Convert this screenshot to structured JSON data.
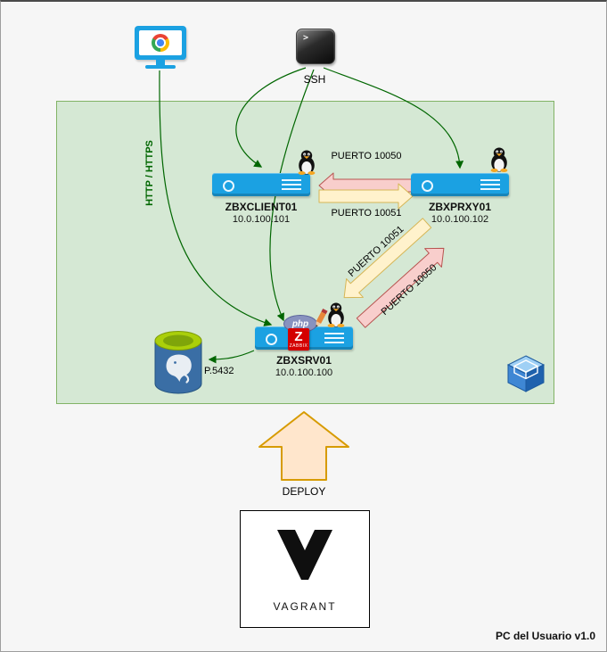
{
  "meta": {
    "footer": "PC del Usuario v1.0"
  },
  "icons": {
    "terminal_prompt": ">"
  },
  "nodes": {
    "ssh": {
      "label": "SSH"
    },
    "zbxclient": {
      "name": "ZBXCLIENT01",
      "ip": "10.0.100.101"
    },
    "zbxprxy": {
      "name": "ZBXPRXY01",
      "ip": "10.0.100.102"
    },
    "zbxsrv": {
      "name": "ZBXSRV01",
      "ip": "10.0.100.100"
    },
    "postgres": {
      "port": "P.5432"
    },
    "deploy": {
      "label": "DEPLOY"
    },
    "vagrant": {
      "label": "VAGRANT"
    }
  },
  "edges": {
    "http": {
      "label": "HTTP / HTTPS"
    },
    "agent_10050": {
      "label": "PUERTO 10050"
    },
    "agent_10051": {
      "label": "PUERTO 10051"
    },
    "proxy_10051": {
      "label": "PUERTO 10051"
    },
    "proxy_10050": {
      "label": "PUERTO 10050"
    }
  },
  "logos": {
    "php": "php",
    "zabbix_letter": "Z",
    "zabbix_word": "ZABBIX"
  },
  "colors": {
    "boundary_fill": "#d5e8d4",
    "boundary_stroke": "#82b366",
    "edge_green": "#006600",
    "arrow_pink_fill": "#f8cecc",
    "arrow_pink_stroke": "#b85450",
    "arrow_yellow_fill": "#fff2cc",
    "arrow_yellow_stroke": "#d6b656",
    "deploy_fill": "#ffe6cc",
    "deploy_stroke": "#d79b00",
    "server_blue": "#1ba1e2"
  }
}
